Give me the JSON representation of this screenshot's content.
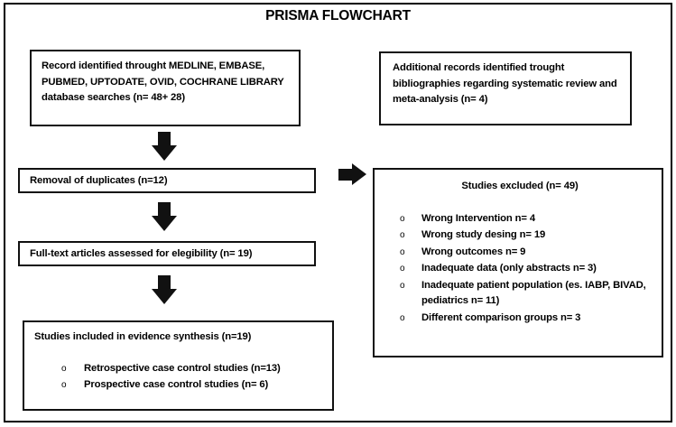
{
  "figure": {
    "title": "PRISMA FLOWCHART",
    "type": "prisma-flow-diagram"
  },
  "boxes": {
    "records_identified": {
      "text": "Record identified throught MEDLINE, EMBASE, PUBMED, UPTODATE, OVID, COCHRANE LIBRARY database searches (n= 48+ 28)"
    },
    "additional_records": {
      "text": "Additional records identified trought bibliographies regarding systematic review and meta-analysis (n= 4)"
    },
    "removal_duplicates": {
      "text": "Removal of duplicates (n=12)"
    },
    "fulltext_assessed": {
      "text": "Full-text articles assessed for elegibility (n= 19)"
    },
    "studies_included": {
      "heading": "Studies included in evidence synthesis (n=19)",
      "items": [
        "Retrospective case control studies (n=13)",
        "Prospective case control studies (n= 6)"
      ]
    },
    "studies_excluded": {
      "heading": "Studies excluded (n= 49)",
      "items": [
        "Wrong Intervention n= 4",
        "Wrong study desing n= 19",
        "Wrong outcomes n= 9",
        "Inadequate data (only abstracts n= 3)",
        "Inadequate patient population (es. IABP, BIVAD, pediatrics n= 11)",
        "Different comparison groups n= 3"
      ]
    }
  },
  "colors": {
    "border": "#111111",
    "background": "#ffffff",
    "text": "#000000"
  }
}
